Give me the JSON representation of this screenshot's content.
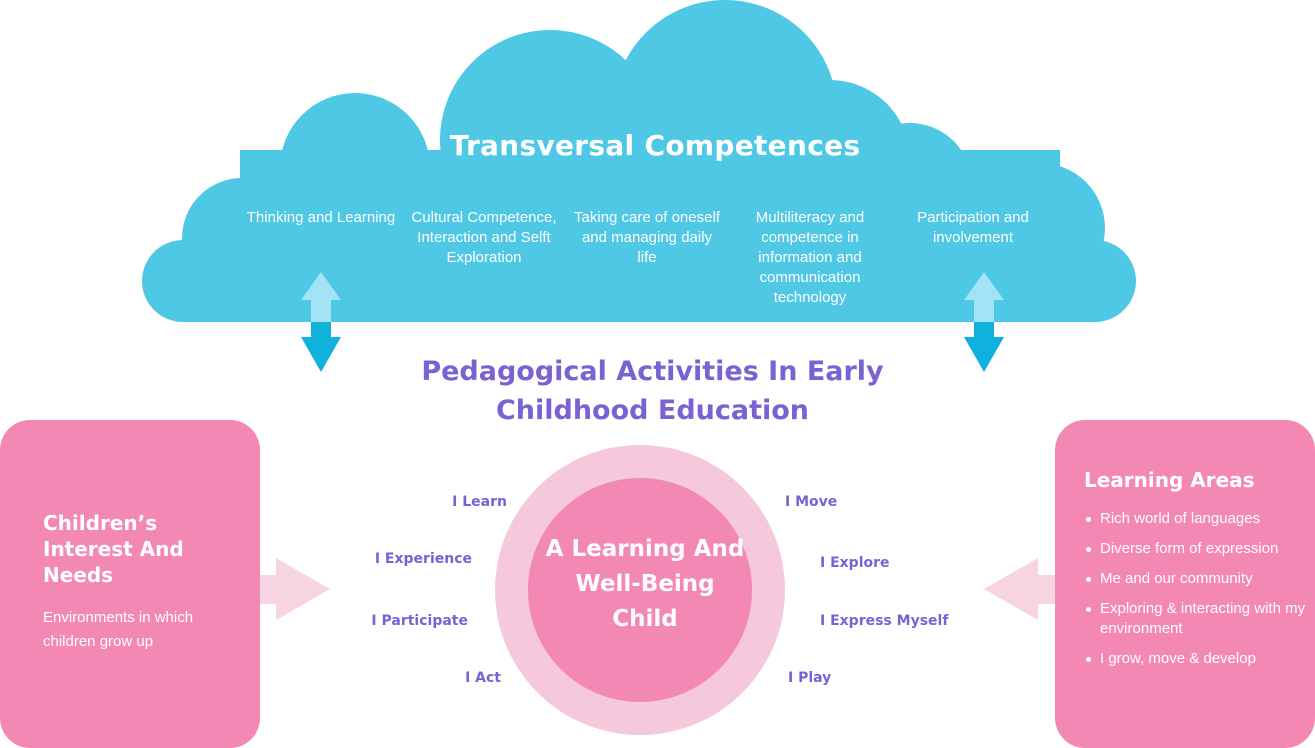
{
  "cloud": {
    "title": "Transversal Competences",
    "competences": [
      "Thinking and Learning",
      "Cultural Competence, Interaction and Selft Exploration",
      "Taking care of oneself and managing daily life",
      "Multiliteracy and competence in information and communication technology",
      "Participation and involvement"
    ]
  },
  "main_title": "Pedagogical Activities In Early Childhood Education",
  "left_panel": {
    "title": "Children’s Interest And Needs",
    "text": "Environments in which children grow up"
  },
  "right_panel": {
    "title": "Learning Areas",
    "items": [
      "Rich world of languages",
      "Diverse form of expression",
      "Me and our community",
      "Exploring & interacting with my environment",
      "I grow, move & develop"
    ]
  },
  "center": {
    "label": "A Learning And Well-Being Child",
    "left_verbs": [
      "I Learn",
      "I Experience",
      "I Participate",
      "I Act"
    ],
    "right_verbs": [
      "I Move",
      "I Explore",
      "I Express Myself",
      "I Play"
    ]
  },
  "colors": {
    "cloud": "#4fc8e5",
    "arrow_dark": "#0eb2dd",
    "arrow_light": "#a4e3f5",
    "panel_pink": "#f388b5",
    "ring_pink": "#f5c8db",
    "side_arrow": "#f6d4e2",
    "title_purple": "#7a62d3"
  },
  "icons": [
    "double-arrow-icon",
    "right-arrow-icon",
    "left-arrow-icon"
  ]
}
